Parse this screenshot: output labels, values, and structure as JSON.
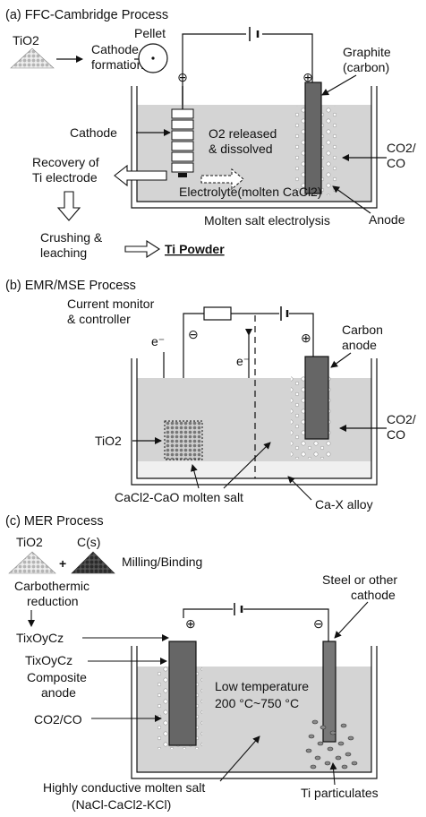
{
  "panel_a": {
    "title": "(a) FFC-Cambridge Process",
    "tio2": "TiO2",
    "pellet": "Pellet",
    "cathode_formation_1": "Cathode",
    "cathode_formation_2": "formation",
    "minus": "⊖",
    "plus": "⊕",
    "graphite_1": "Graphite",
    "graphite_2": "(carbon)",
    "cathode": "Cathode",
    "o2_1": "O2 released",
    "o2_2": "& dissolved",
    "co2_1": "CO2/",
    "co2_2": "CO",
    "recovery_1": "Recovery of",
    "recovery_2": "Ti electrode",
    "electrolyte": "Electrolyte(molten CaCl2)",
    "anode": "Anode",
    "molten_salt": "Molten salt electrolysis",
    "crushing_1": "Crushing &",
    "crushing_2": "leaching",
    "ti_powder": "Ti Powder"
  },
  "panel_b": {
    "title": "(b) EMR/MSE Process",
    "current_1": "Current monitor",
    "current_2": "& controller",
    "minus": "⊖",
    "plus": "⊕",
    "electron_left": "e⁻",
    "electron_right": "e⁻",
    "carbon_1": "Carbon",
    "carbon_2": "anode",
    "co2_1": "CO2/",
    "co2_2": "CO",
    "tio2": "TiO2",
    "salt": "CaCl2-CaO  molten salt",
    "alloy": "Ca-X alloy"
  },
  "panel_c": {
    "title": "(c) MER Process",
    "tio2": "TiO2",
    "plus_sign": "+",
    "cs": "C(s)",
    "milling": "Milling/Binding",
    "carbo_1": "Carbothermic",
    "carbo_2": "reduction",
    "tixoycz": "TixOyCz",
    "steel_1": "Steel or other",
    "steel_2": "cathode",
    "plus": "⊕",
    "minus": "⊖",
    "composite_0": "TixOyCz",
    "composite_1": "Composite",
    "composite_2": "anode",
    "low_temp_1": "Low temperature",
    "low_temp_2": "200 °C~750 °C",
    "co2": "CO2/CO",
    "highly": "Highly conductive molten salt",
    "nacl": "(NaCl-CaCl2-KCl)",
    "ti_part": "Ti particulates"
  }
}
